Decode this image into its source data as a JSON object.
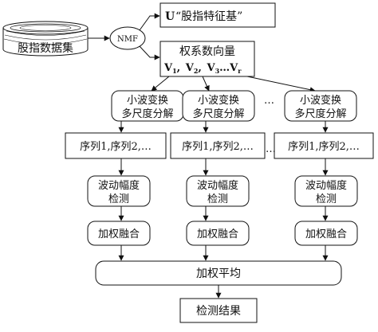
{
  "database": {
    "label": "股指数据集"
  },
  "nmf": {
    "label": "NMF"
  },
  "u_box": {
    "prefix": "U",
    "label": "“股指特征基”"
  },
  "v_box": {
    "title": "权系数向量",
    "v1": "V",
    "s1": "1",
    "c1": ",",
    "v2": "V",
    "s2": "2",
    "c2": ",",
    "v3": "V",
    "s3": "3",
    "dots": "…",
    "vr": "V",
    "sr": "r"
  },
  "branches": [
    {
      "wavelet_line1": "小波变换",
      "wavelet_line2": "多尺度分解",
      "sequence": "序列1,序列2,…",
      "detect_line1": "波动幅度",
      "detect_line2": "检测",
      "fusion": "加权融合"
    },
    {
      "wavelet_line1": "小波变换",
      "wavelet_line2": "多尺度分解",
      "sequence": "序列1,序列2,…",
      "detect_line1": "波动幅度",
      "detect_line2": "检测",
      "fusion": "加权融合"
    },
    {
      "wavelet_line1": "小波变换",
      "wavelet_line2": "多尺度分解",
      "sequence": "序列1,序列2,…",
      "detect_line1": "波动幅度",
      "detect_line2": "检测",
      "fusion": "加权融合"
    }
  ],
  "ellipsis_marks": [
    "…",
    "…"
  ],
  "average": {
    "label": "加权平均"
  },
  "result": {
    "label": "检测结果"
  }
}
